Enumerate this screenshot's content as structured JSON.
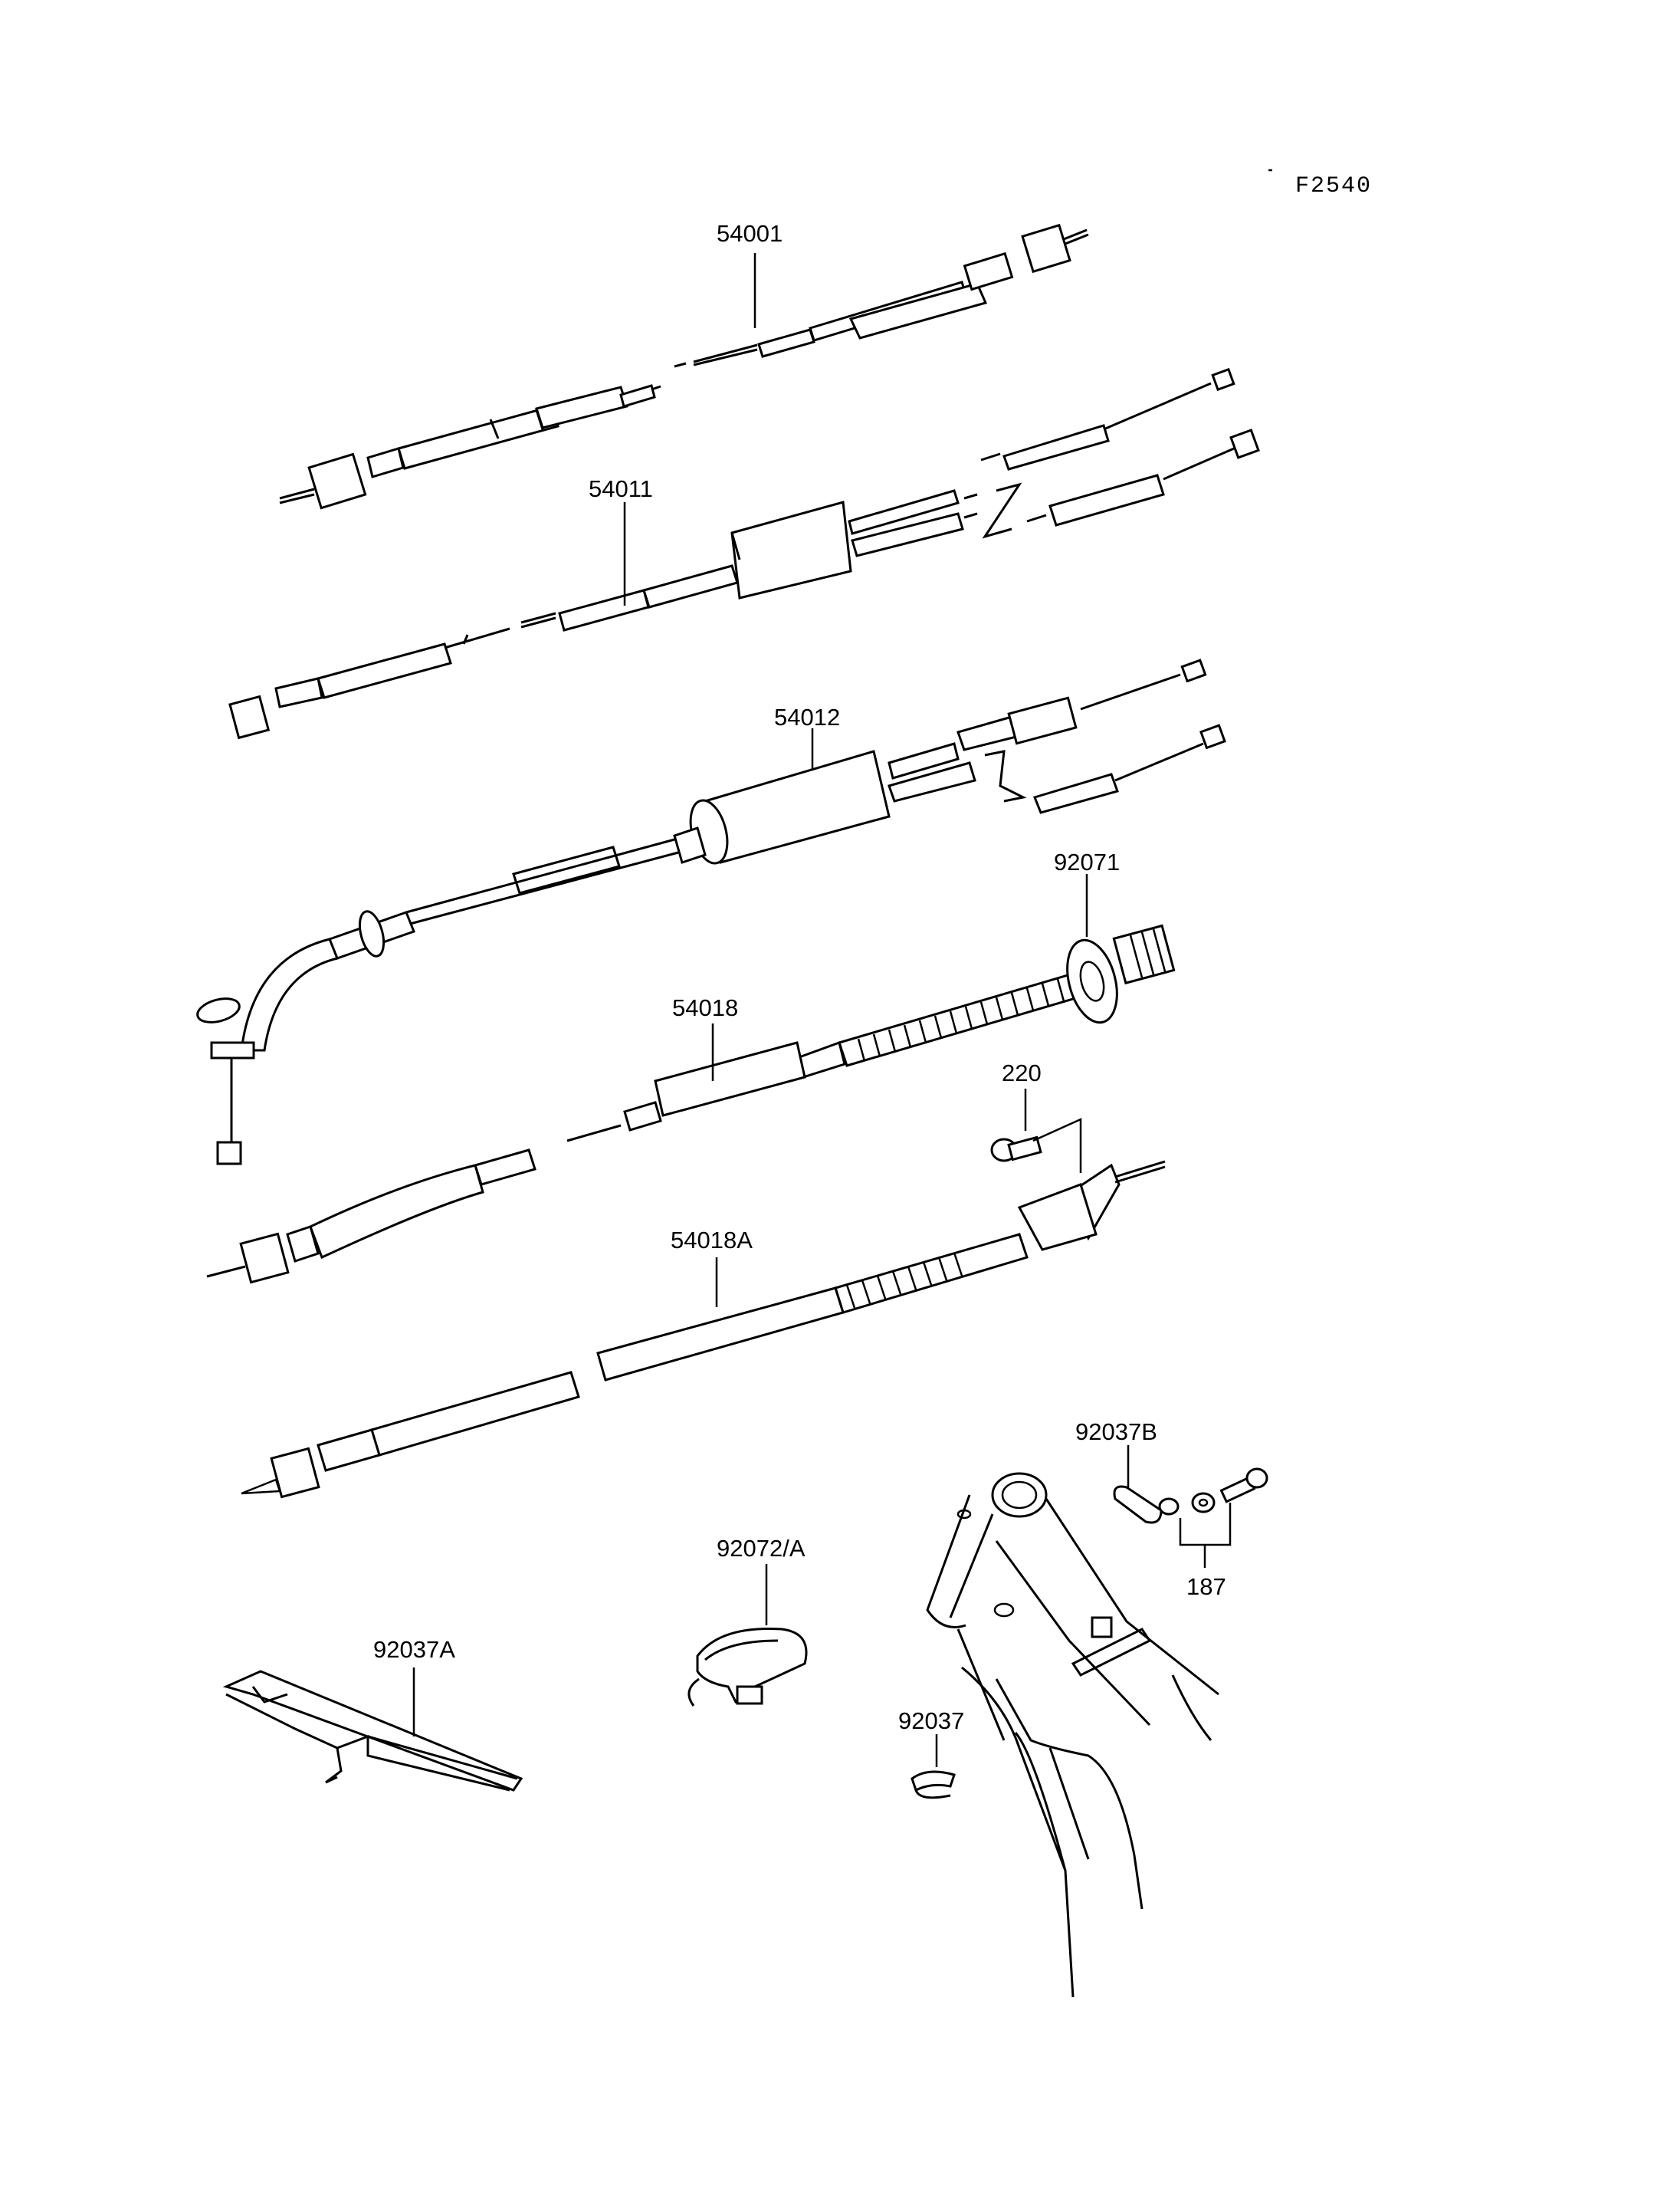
{
  "figure_code": "F2540",
  "parts": [
    {
      "id": "54001"
    },
    {
      "id": "54011"
    },
    {
      "id": "54012"
    },
    {
      "id": "92071"
    },
    {
      "id": "54018"
    },
    {
      "id": "220"
    },
    {
      "id": "54018A"
    },
    {
      "id": "92037B"
    },
    {
      "id": "187"
    },
    {
      "id": "92072/A"
    },
    {
      "id": "92037A"
    },
    {
      "id": "92037"
    }
  ]
}
